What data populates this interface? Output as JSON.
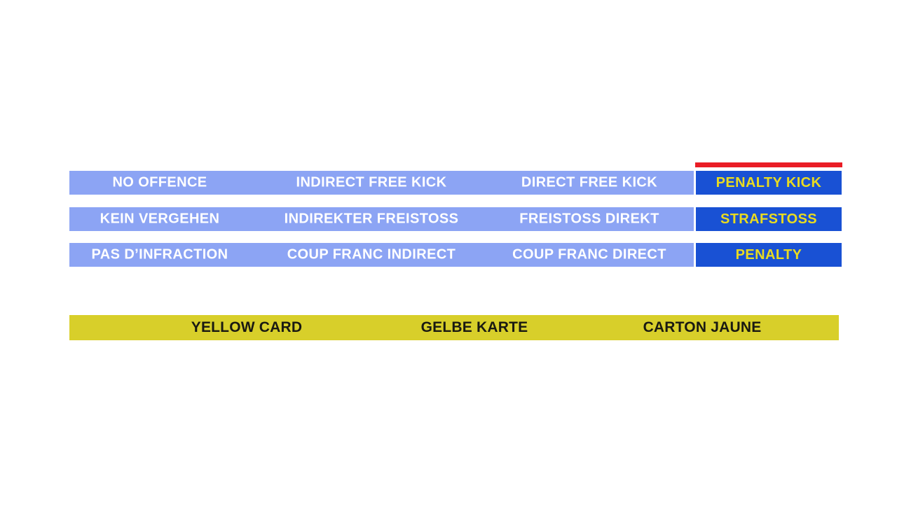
{
  "colors": {
    "light_blue": "#8CA4F4",
    "dark_blue": "#1951D4",
    "red": "#EA1D25",
    "yellow": "#D8CF2A",
    "white_text": "#FFFFFF",
    "yellow_text": "#E9DB20",
    "dark_text": "#191912"
  },
  "table": {
    "rows": [
      {
        "cells": [
          "NO OFFENCE",
          "INDIRECT FREE KICK",
          "DIRECT FREE KICK"
        ],
        "penalty": "PENALTY KICK"
      },
      {
        "cells": [
          "KEIN VERGEHEN",
          "INDIREKTER FREISTOSS",
          "FREISTOSS DIREKT"
        ],
        "penalty": "STRAFSTOSS"
      },
      {
        "cells": [
          "PAS D’INFRACTION",
          "COUP FRANC INDIRECT",
          "COUP FRANC DIRECT"
        ],
        "penalty": "PENALTY"
      }
    ]
  },
  "yellow_card_bar": {
    "labels": [
      "YELLOW CARD",
      "GELBE KARTE",
      "CARTON JAUNE"
    ]
  }
}
